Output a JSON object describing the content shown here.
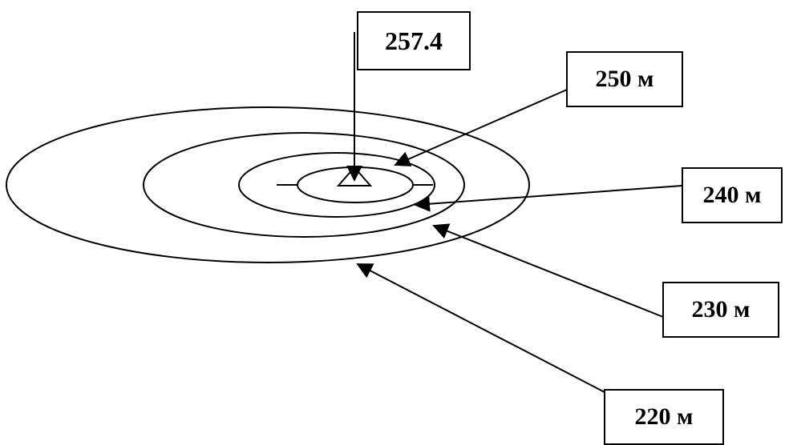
{
  "peak": {
    "elevation_label": "257.4"
  },
  "contours": [
    {
      "id": "c250",
      "label": "250 м"
    },
    {
      "id": "c240",
      "label": "240 м"
    },
    {
      "id": "c230",
      "label": "230 м"
    },
    {
      "id": "c220",
      "label": "220 м"
    }
  ],
  "colors": {
    "line": "#000000",
    "background": "#ffffff"
  }
}
